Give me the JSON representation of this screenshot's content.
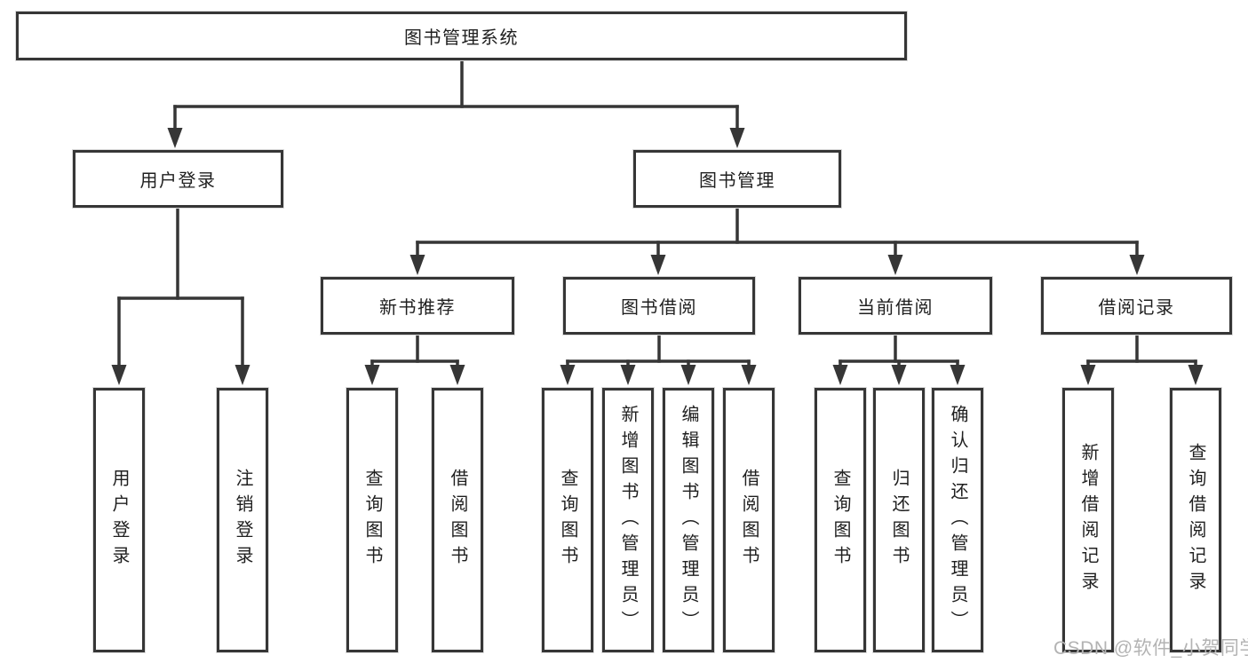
{
  "colors": {
    "line": "#363636",
    "text": "#1f1f1f",
    "watermark": "#b3b3b3",
    "background": "#ffffff"
  },
  "watermark": {
    "text": "CSDN @软件_小贺同学"
  },
  "tree": {
    "root": "图书管理系统",
    "children": [
      {
        "label": "用户登录",
        "children": [
          "用户登录",
          "注销登录"
        ]
      },
      {
        "label": "图书管理",
        "children": [
          {
            "label": "新书推荐",
            "children": [
              "查询图书",
              "借阅图书"
            ]
          },
          {
            "label": "图书借阅",
            "children": [
              "查询图书",
              "新增图书（管理员）",
              "编辑图书（管理员）",
              "借阅图书"
            ]
          },
          {
            "label": "当前借阅",
            "children": [
              "查询图书",
              "归还图书",
              "确认归还（管理员）"
            ]
          },
          {
            "label": "借阅记录",
            "children": [
              "新增借阅记录",
              "查询借阅记录"
            ]
          }
        ]
      }
    ]
  }
}
